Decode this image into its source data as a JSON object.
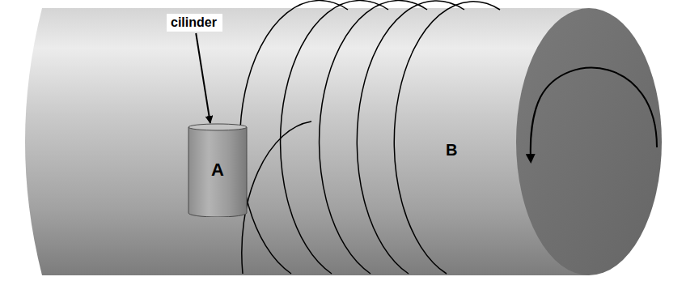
{
  "diagram": {
    "nodes": [
      {
        "text": [
          "cilinder"
        ]
      },
      {
        "text": [
          "A"
        ]
      }
    ],
    "edges": [
      {
        "from": 0,
        "to": 1,
        "arrow": "to"
      }
    ],
    "labels": [
      "B"
    ]
  }
}
